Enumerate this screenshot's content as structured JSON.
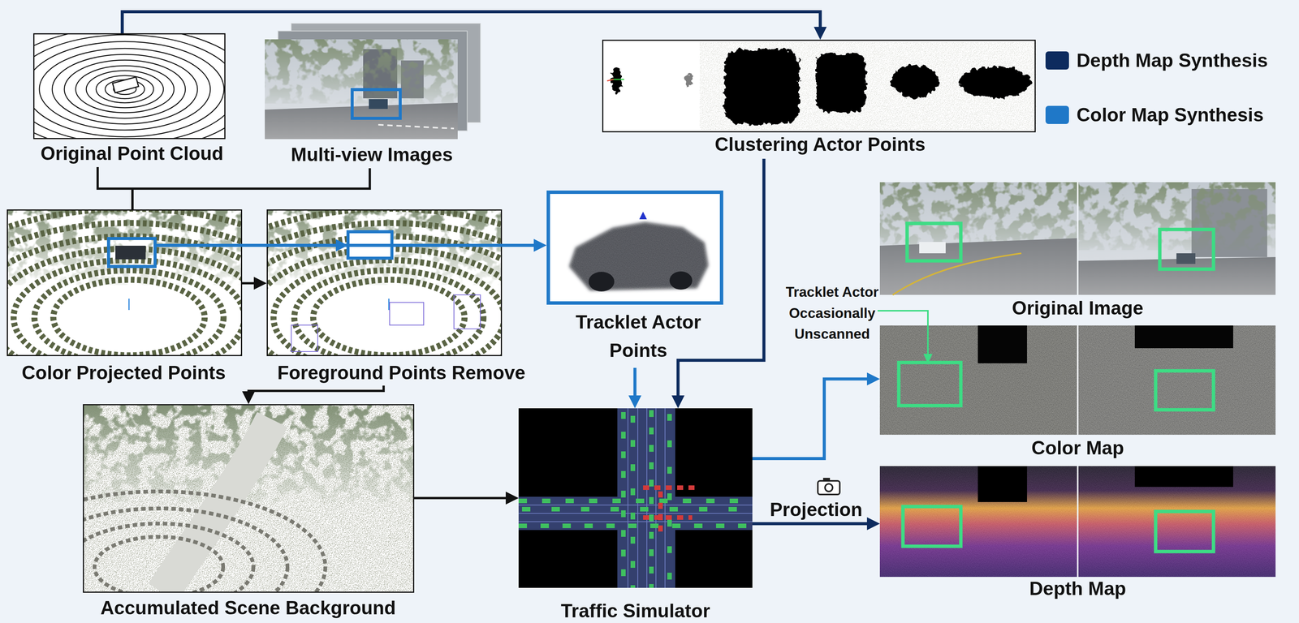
{
  "diagram": {
    "nodes": [
      {
        "text": [
          "Original Point Cloud"
        ]
      },
      {
        "text": [
          "Multi-view Images"
        ]
      },
      {
        "text": [
          "Clustering Actor Points"
        ]
      },
      {
        "text": [
          "Color Projected Points"
        ]
      },
      {
        "text": [
          "Foreground Points Remove"
        ]
      },
      {
        "text": [
          "Tracklet Actor Points"
        ]
      },
      {
        "text": [
          "Accumulated Scene Background"
        ]
      },
      {
        "text": [
          "Traffic Simulator"
        ]
      },
      {
        "text": [
          "Original Image"
        ]
      },
      {
        "text": [
          "Color Map"
        ]
      },
      {
        "text": [
          "Depth Map"
        ]
      }
    ],
    "edges": [
      {
        "from": 0,
        "to": 2,
        "arrow": "to"
      },
      {
        "from": 0,
        "to": 3,
        "arrow": "none"
      },
      {
        "from": 1,
        "to": 3,
        "arrow": "none"
      },
      {
        "from": 3,
        "to": 4,
        "arrow": "to"
      },
      {
        "from": 3,
        "to": 5,
        "arrow": "to"
      },
      {
        "from": 4,
        "to": 6,
        "arrow": "to"
      },
      {
        "from": 6,
        "to": 7,
        "arrow": "to"
      },
      {
        "from": 5,
        "to": 7,
        "arrow": "to"
      },
      {
        "from": 2,
        "to": 7,
        "arrow": "to"
      },
      {
        "from": 7,
        "to": 9,
        "arrow": "to"
      },
      {
        "from": 7,
        "to": 10,
        "label": "Projection",
        "arrow": "to"
      }
    ],
    "labels": [
      "Tracklet Actor Occasionally Unscanned"
    ],
    "legend": [
      {
        "text": "Depth Map Synthesis",
        "color": "#0d2b5e"
      },
      {
        "text": "Color Map Synthesis",
        "color": "#1f78c8"
      }
    ]
  }
}
